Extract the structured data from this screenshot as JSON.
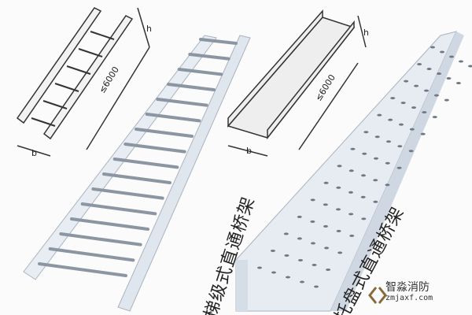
{
  "labels": {
    "ladder_tray": "梯级式直通桥架",
    "trough_tray": "托盘式直通桥架"
  },
  "dimensions": {
    "ladder_length": "≤6000",
    "ladder_height": "h",
    "ladder_width": "b",
    "trough_length": "≤6000",
    "trough_height": "h",
    "trough_width": "b"
  },
  "watermark": {
    "name": "智淼消防",
    "site": "zmjaxf.com"
  },
  "colors": {
    "tray": "#e9eef4",
    "tray_shadow": "#b9c3cf",
    "outline": "#333333"
  }
}
